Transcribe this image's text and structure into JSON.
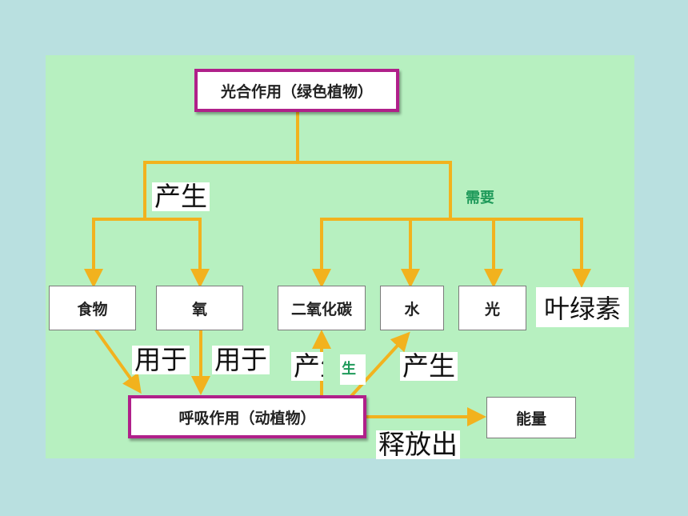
{
  "nodes": {
    "photosynthesis": "光合作用（绿色植物）",
    "food": "食物",
    "oxygen": "氧",
    "co2": "二氧化碳",
    "water": "水",
    "light": "光",
    "chlorophyll": "叶绿素",
    "respiration": "呼吸作用（动植物）",
    "energy": "能量"
  },
  "labels": {
    "produce_top": "产生",
    "need": "需要",
    "used_for_1": "用于",
    "used_for_2": "用于",
    "produce_mid": "产生",
    "produce_mid_green": "生",
    "produce_right": "产生",
    "release": "释放出"
  },
  "colors": {
    "background": "#b9e0e0",
    "panel": "#b7f0c0",
    "arrow": "#f2b21e",
    "main_border": "#b0208a",
    "green_text": "#1f9a5a"
  }
}
